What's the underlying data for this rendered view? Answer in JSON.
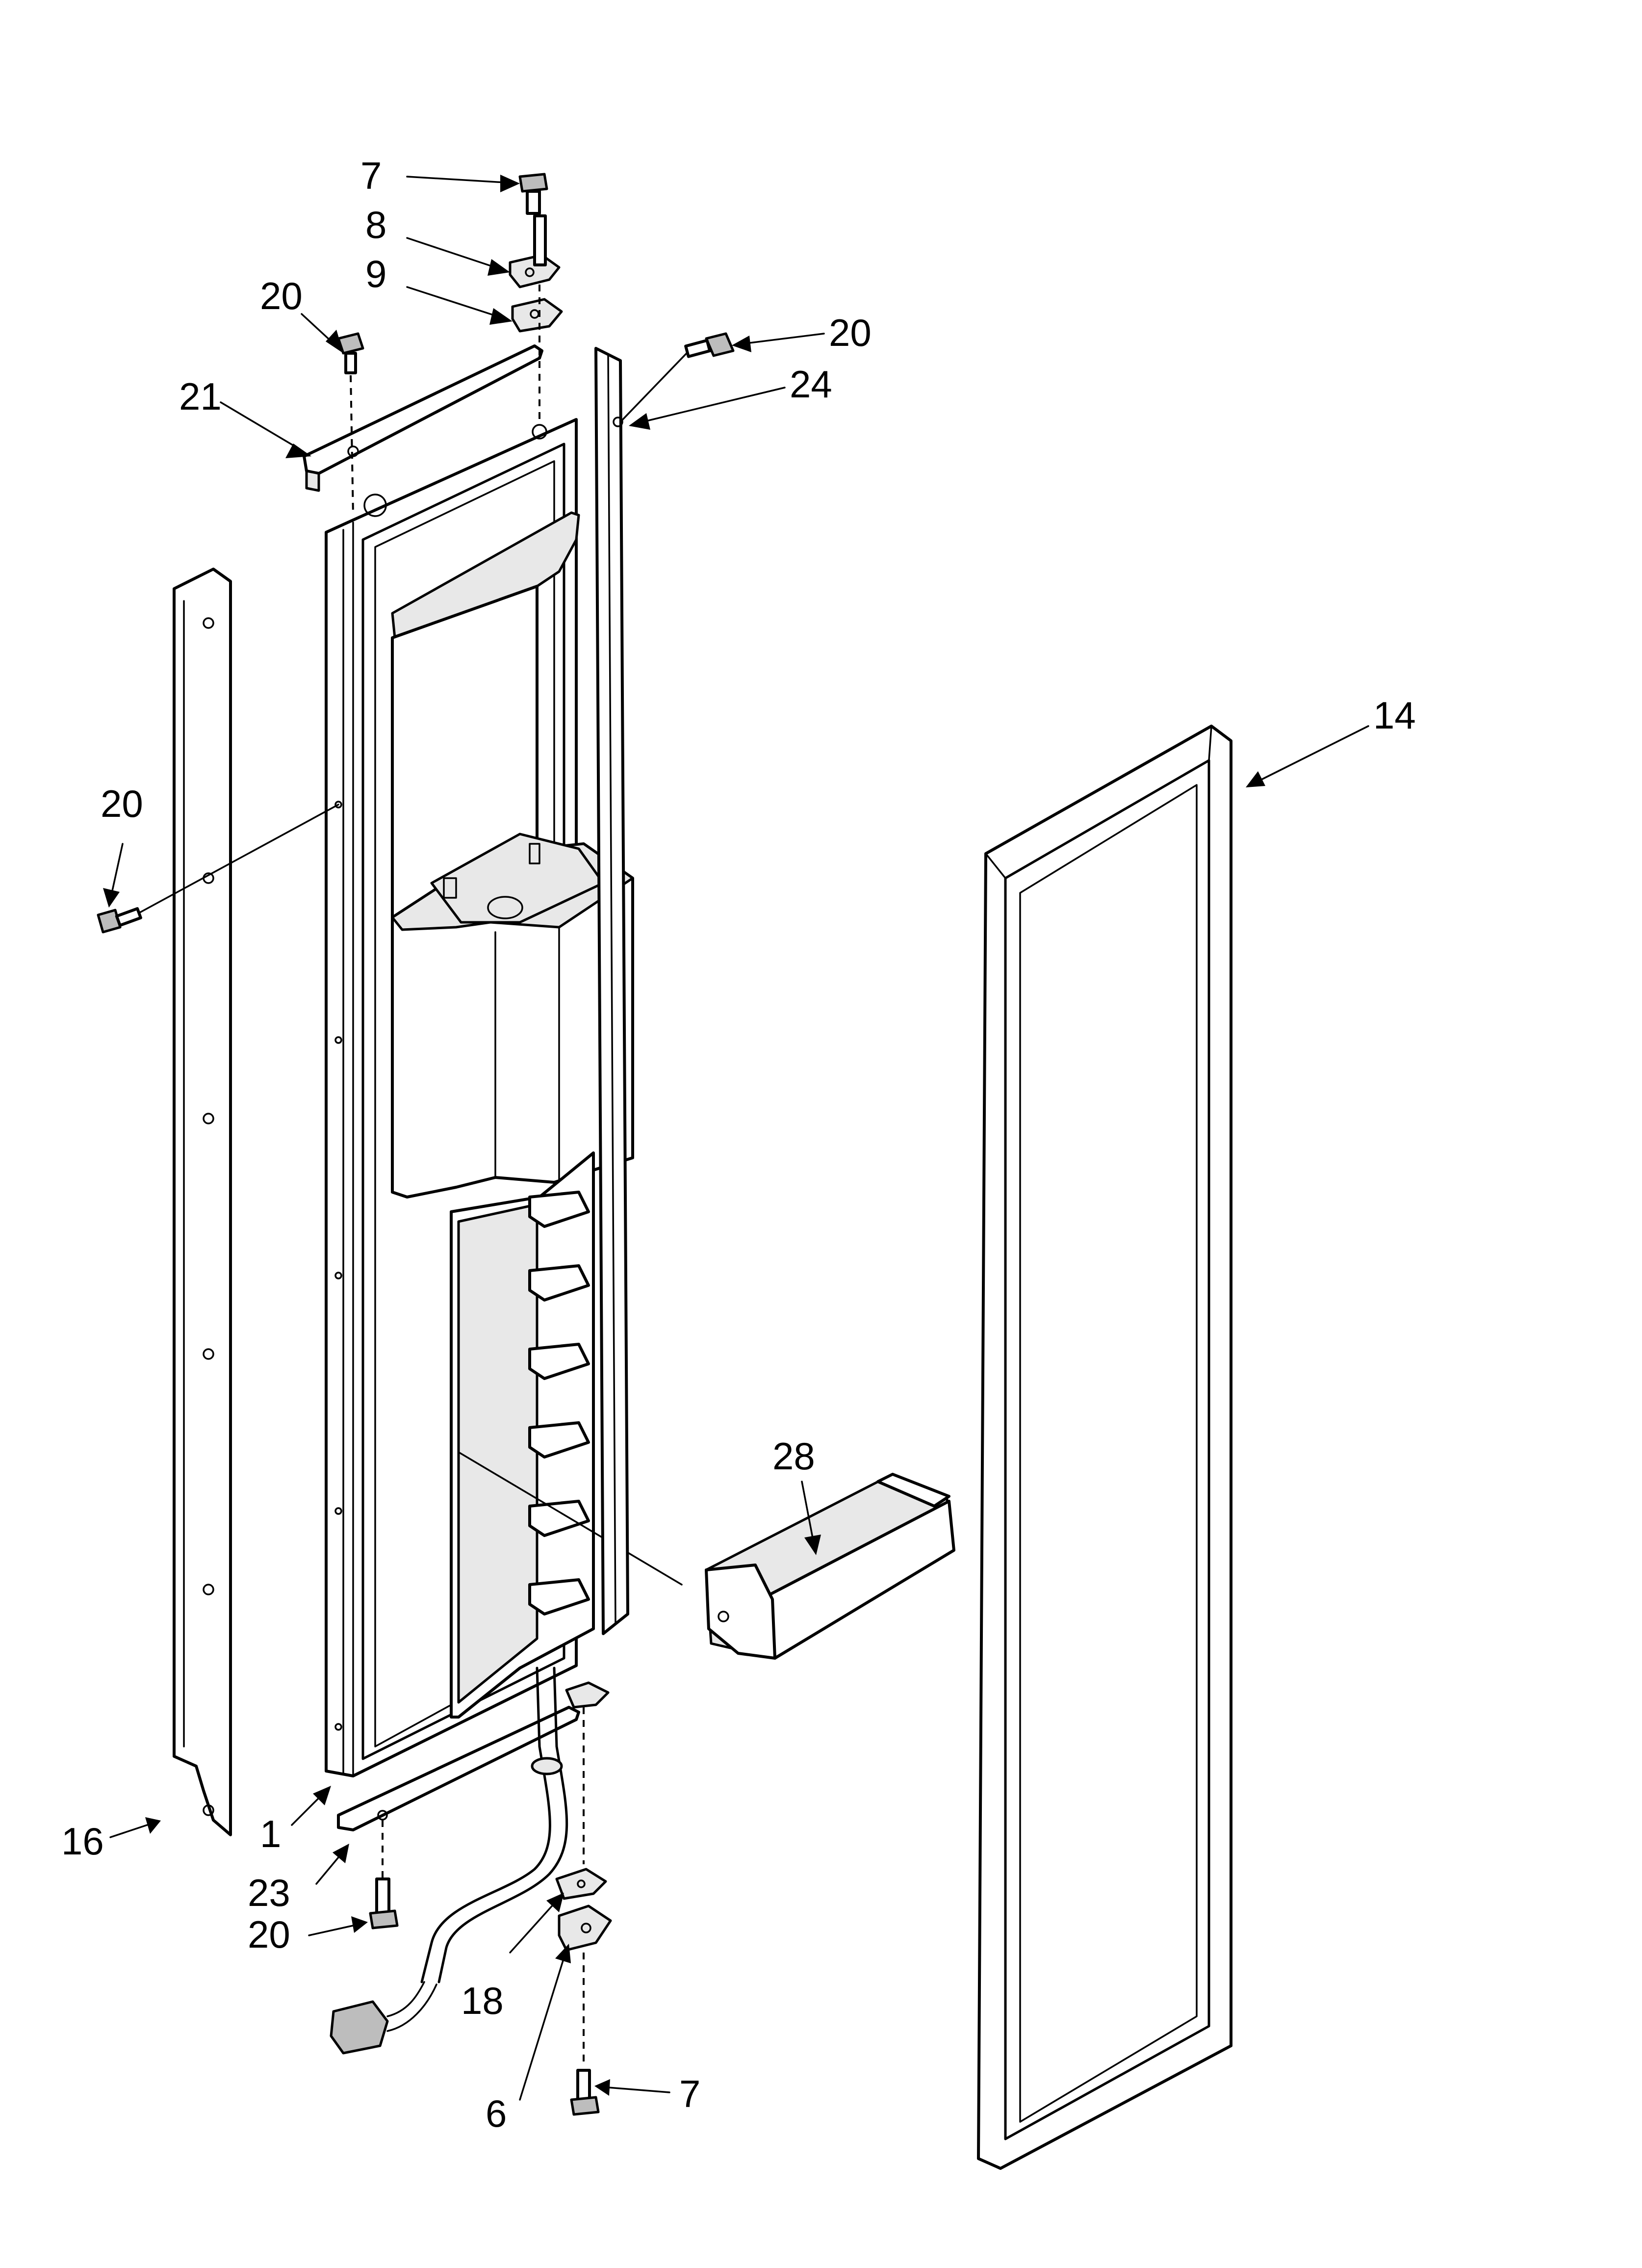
{
  "callouts": [
    {
      "id": "c7-top",
      "text": "7"
    },
    {
      "id": "c8",
      "text": "8"
    },
    {
      "id": "c9",
      "text": "9"
    },
    {
      "id": "c20-top-left",
      "text": "20"
    },
    {
      "id": "c20-top-right",
      "text": "20"
    },
    {
      "id": "c21",
      "text": "21"
    },
    {
      "id": "c24",
      "text": "24"
    },
    {
      "id": "c20-left",
      "text": "20"
    },
    {
      "id": "c14",
      "text": "14"
    },
    {
      "id": "c28",
      "text": "28"
    },
    {
      "id": "c16",
      "text": "16"
    },
    {
      "id": "c1",
      "text": "1"
    },
    {
      "id": "c23",
      "text": "23"
    },
    {
      "id": "c20-bottom",
      "text": "20"
    },
    {
      "id": "c18",
      "text": "18"
    },
    {
      "id": "c6",
      "text": "6"
    },
    {
      "id": "c7-bottom",
      "text": "7"
    }
  ]
}
